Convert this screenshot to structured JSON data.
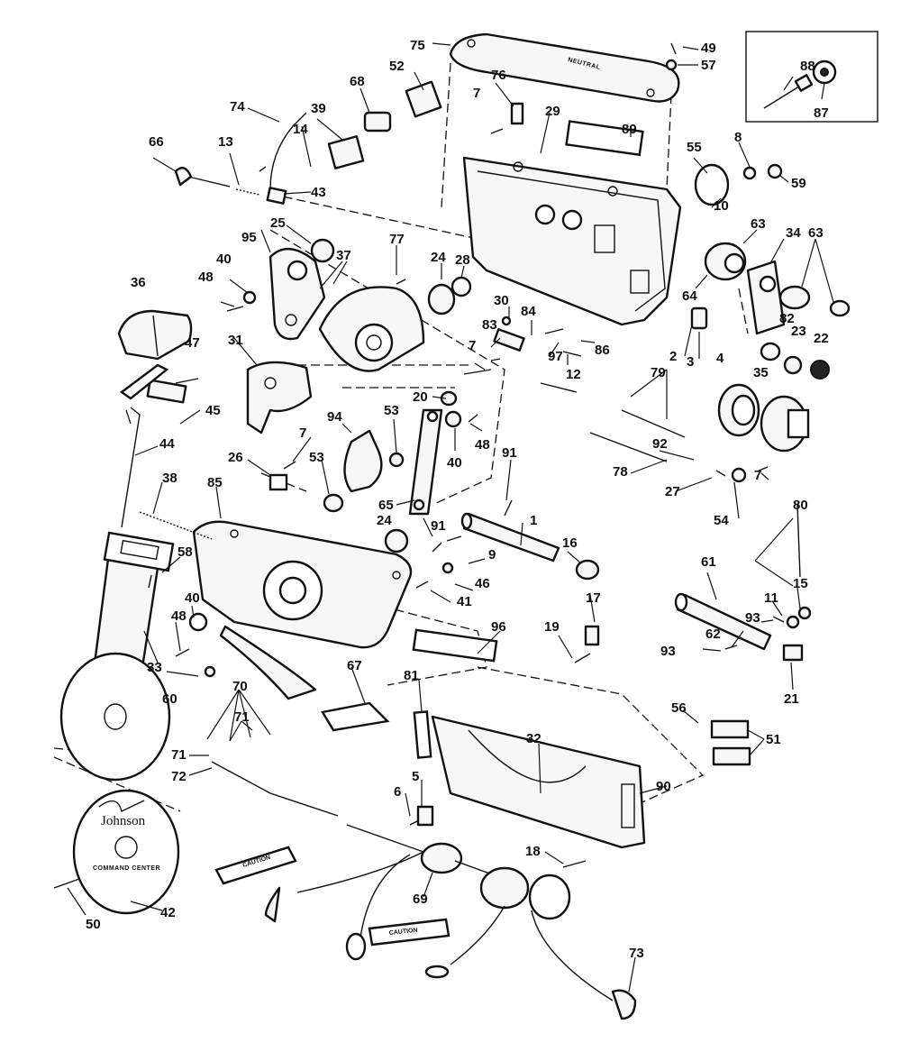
{
  "diagram": {
    "callouts": {
      "c1": "1",
      "c2": "2",
      "c3": "3",
      "c4": "4",
      "c5": "5",
      "c6": "6",
      "c7a": "7",
      "c7b": "7",
      "c7c": "7",
      "c7d": "7",
      "c8": "8",
      "c9": "9",
      "c10": "10",
      "c11": "11",
      "c12": "12",
      "c13": "13",
      "c14": "14",
      "c15": "15",
      "c16": "16",
      "c17": "17",
      "c18": "18",
      "c19": "19",
      "c20": "20",
      "c21": "21",
      "c22": "22",
      "c23": "23",
      "c24a": "24",
      "c24b": "24",
      "c25": "25",
      "c26": "26",
      "c27": "27",
      "c28": "28",
      "c29": "29",
      "c30": "30",
      "c31": "31",
      "c32": "32",
      "c33": "33",
      "c34": "34",
      "c35": "35",
      "c36": "36",
      "c37": "37",
      "c38": "38",
      "c39": "39",
      "c40a": "40",
      "c40b": "40",
      "c40c": "40",
      "c41": "41",
      "c42": "42",
      "c43": "43",
      "c44": "44",
      "c45": "45",
      "c46": "46",
      "c47": "47",
      "c48a": "48",
      "c48b": "48",
      "c48c": "48",
      "c49": "49",
      "c50": "50",
      "c51": "51",
      "c52": "52",
      "c53a": "53",
      "c53b": "53",
      "c54": "54",
      "c55": "55",
      "c56": "56",
      "c57": "57",
      "c58": "58",
      "c59": "59",
      "c60": "60",
      "c61": "61",
      "c62": "62",
      "c63a": "63",
      "c63b": "63",
      "c64": "64",
      "c65": "65",
      "c66": "66",
      "c67": "67",
      "c68": "68",
      "c69": "69",
      "c70": "70",
      "c71a": "71",
      "c71b": "71",
      "c72": "72",
      "c73": "73",
      "c74": "74",
      "c75": "75",
      "c76": "76",
      "c77": "77",
      "c78": "78",
      "c79": "79",
      "c80": "80",
      "c81": "81",
      "c82": "82",
      "c83": "83",
      "c84": "84",
      "c85": "85",
      "c86": "86",
      "c87": "87",
      "c88": "88",
      "c89": "89",
      "c90": "90",
      "c91a": "91",
      "c91b": "91",
      "c92": "92",
      "c93a": "93",
      "c93b": "93",
      "c94": "94",
      "c95": "95",
      "c96": "96",
      "c97": "97"
    },
    "plate_brand": "Johnson",
    "plate_subtitle": "COMMAND CENTER",
    "decal_caution_1": "CAUTION",
    "decal_caution_2": "CAUTION",
    "handle_label": "NEUTRAL"
  }
}
